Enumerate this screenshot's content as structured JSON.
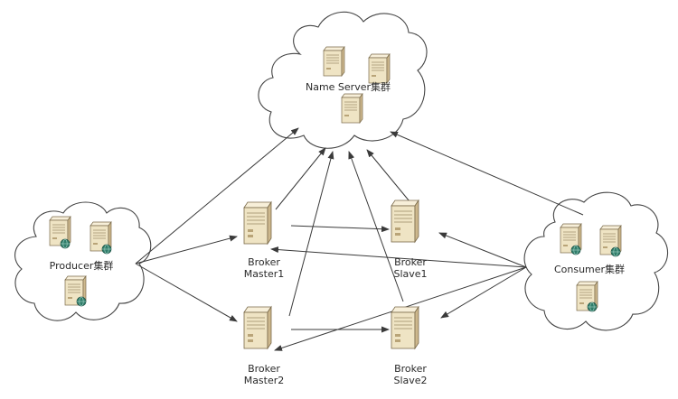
{
  "colors": {
    "line": "#3a3a3a",
    "cloud_stroke": "#444444",
    "server_body": "#efe4c4",
    "server_side": "#cdb88d",
    "server_top": "#f7efd9",
    "globe": "#2f7d6a"
  },
  "icons": [
    "server-icon",
    "globe-icon"
  ],
  "clusters": {
    "name_server": {
      "label": "Name Server集群"
    },
    "producer": {
      "label": "Producer集群"
    },
    "consumer": {
      "label": "Consumer集群"
    }
  },
  "brokers": {
    "master1": {
      "line1": "Broker",
      "line2": "Master1"
    },
    "slave1": {
      "line1": "Broker",
      "line2": "Slave1"
    },
    "master2": {
      "line1": "Broker",
      "line2": "Master2"
    },
    "slave2": {
      "line1": "Broker",
      "line2": "Slave2"
    }
  }
}
